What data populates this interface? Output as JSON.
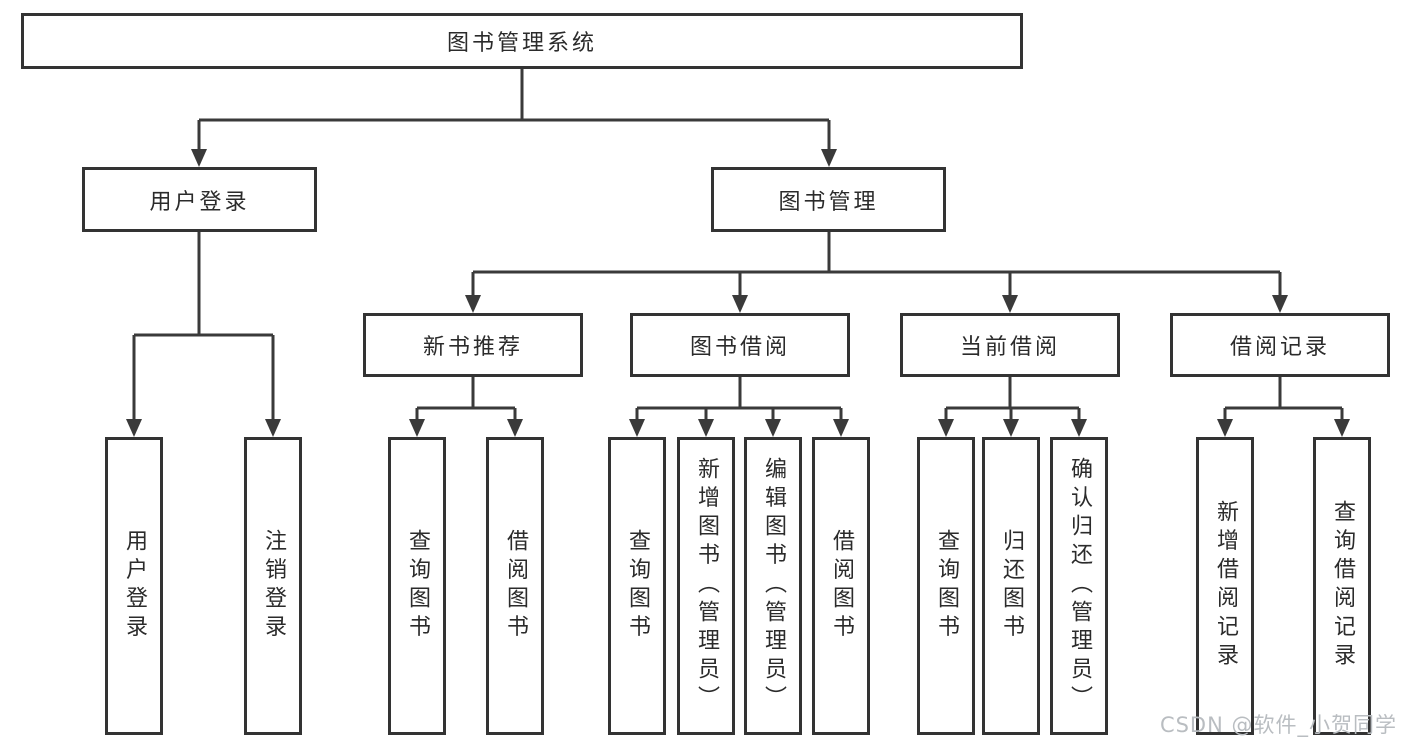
{
  "colors": {
    "line": "#3a3a3a",
    "box_border": "#333333",
    "text": "#2b2b2b",
    "watermark": "#b9bdc1",
    "background": "#ffffff"
  },
  "tree": {
    "root": {
      "label": "图书管理系统"
    },
    "branches": [
      {
        "label": "用户登录",
        "children": [
          {
            "label": "用户登录"
          },
          {
            "label": "注销登录"
          }
        ]
      },
      {
        "label": "图书管理",
        "children": [
          {
            "label": "新书推荐",
            "children": [
              {
                "label": "查询图书"
              },
              {
                "label": "借阅图书"
              }
            ]
          },
          {
            "label": "图书借阅",
            "children": [
              {
                "label": "查询图书"
              },
              {
                "label": "新增图书（管理员）"
              },
              {
                "label": "编辑图书（管理员）"
              },
              {
                "label": "借阅图书"
              }
            ]
          },
          {
            "label": "当前借阅",
            "children": [
              {
                "label": "查询图书"
              },
              {
                "label": "归还图书"
              },
              {
                "label": "确认归还（管理员）"
              }
            ]
          },
          {
            "label": "借阅记录",
            "children": [
              {
                "label": "新增借阅记录"
              },
              {
                "label": "查询借阅记录"
              }
            ]
          }
        ]
      }
    ]
  },
  "watermark": {
    "text": "CSDN @软件_小贺同学"
  }
}
